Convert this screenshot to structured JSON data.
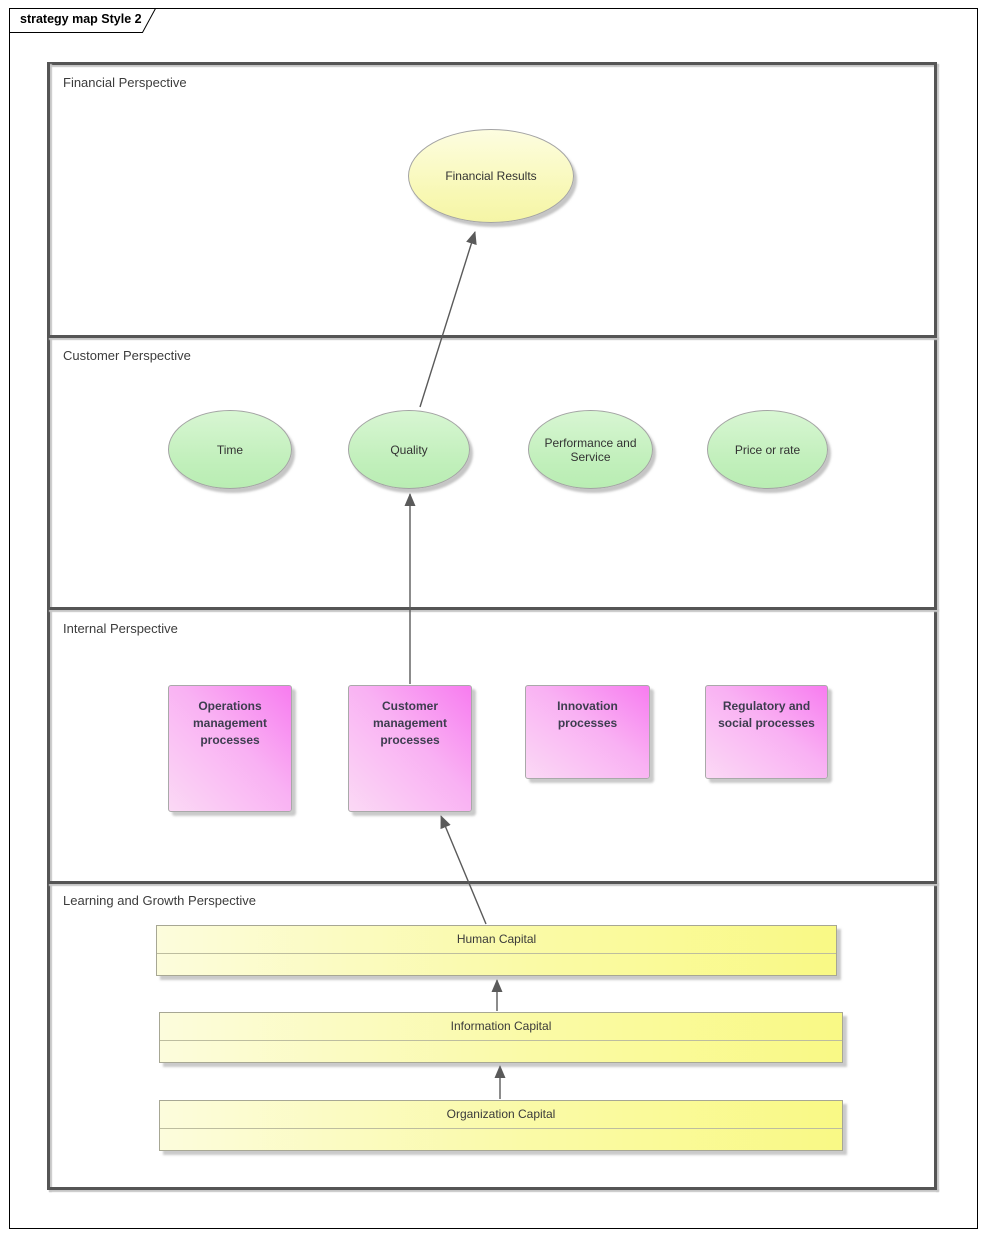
{
  "window": {
    "title": "strategy map Style 2"
  },
  "diagram": {
    "bands": [
      {
        "label": "Financial Perspective"
      },
      {
        "label": "Customer Perspective"
      },
      {
        "label": "Internal Perspective"
      },
      {
        "label": "Learning and Growth Perspective"
      }
    ],
    "nodes": {
      "financial_results": {
        "label": "Financial Results",
        "shape": "ellipse"
      },
      "time": {
        "label": "Time",
        "shape": "ellipse"
      },
      "quality": {
        "label": "Quality",
        "shape": "ellipse"
      },
      "performance_service": {
        "label": "Performance and Service",
        "shape": "ellipse"
      },
      "price_rate": {
        "label": "Price or rate",
        "shape": "ellipse"
      },
      "operations_mgmt": {
        "label": "Operations management processes",
        "shape": "rectangle"
      },
      "customer_mgmt": {
        "label": "Customer management processes",
        "shape": "rectangle"
      },
      "innovation": {
        "label": "Innovation processes",
        "shape": "rectangle"
      },
      "regulatory_social": {
        "label": "Regulatory and social processes",
        "shape": "rectangle"
      },
      "human_capital": {
        "label": "Human Capital",
        "shape": "bar"
      },
      "information_capital": {
        "label": "Information Capital",
        "shape": "bar"
      },
      "organization_capital": {
        "label": "Organization Capital",
        "shape": "bar"
      }
    },
    "connections": [
      {
        "from": "Organization Capital",
        "to": "Information Capital"
      },
      {
        "from": "Information Capital",
        "to": "Human Capital"
      },
      {
        "from": "Human Capital",
        "to": "Customer management processes"
      },
      {
        "from": "Customer management processes",
        "to": "Quality"
      },
      {
        "from": "Quality",
        "to": "Financial Results"
      }
    ],
    "colors": {
      "financial_node_fill": "#F8F8B4",
      "customer_node_fill": "#C3F0BD",
      "internal_node_fill": "#F87CF0",
      "learning_node_fill": "#F9F985",
      "frame_line": "#555555",
      "connector": "#5a5a5a"
    }
  }
}
